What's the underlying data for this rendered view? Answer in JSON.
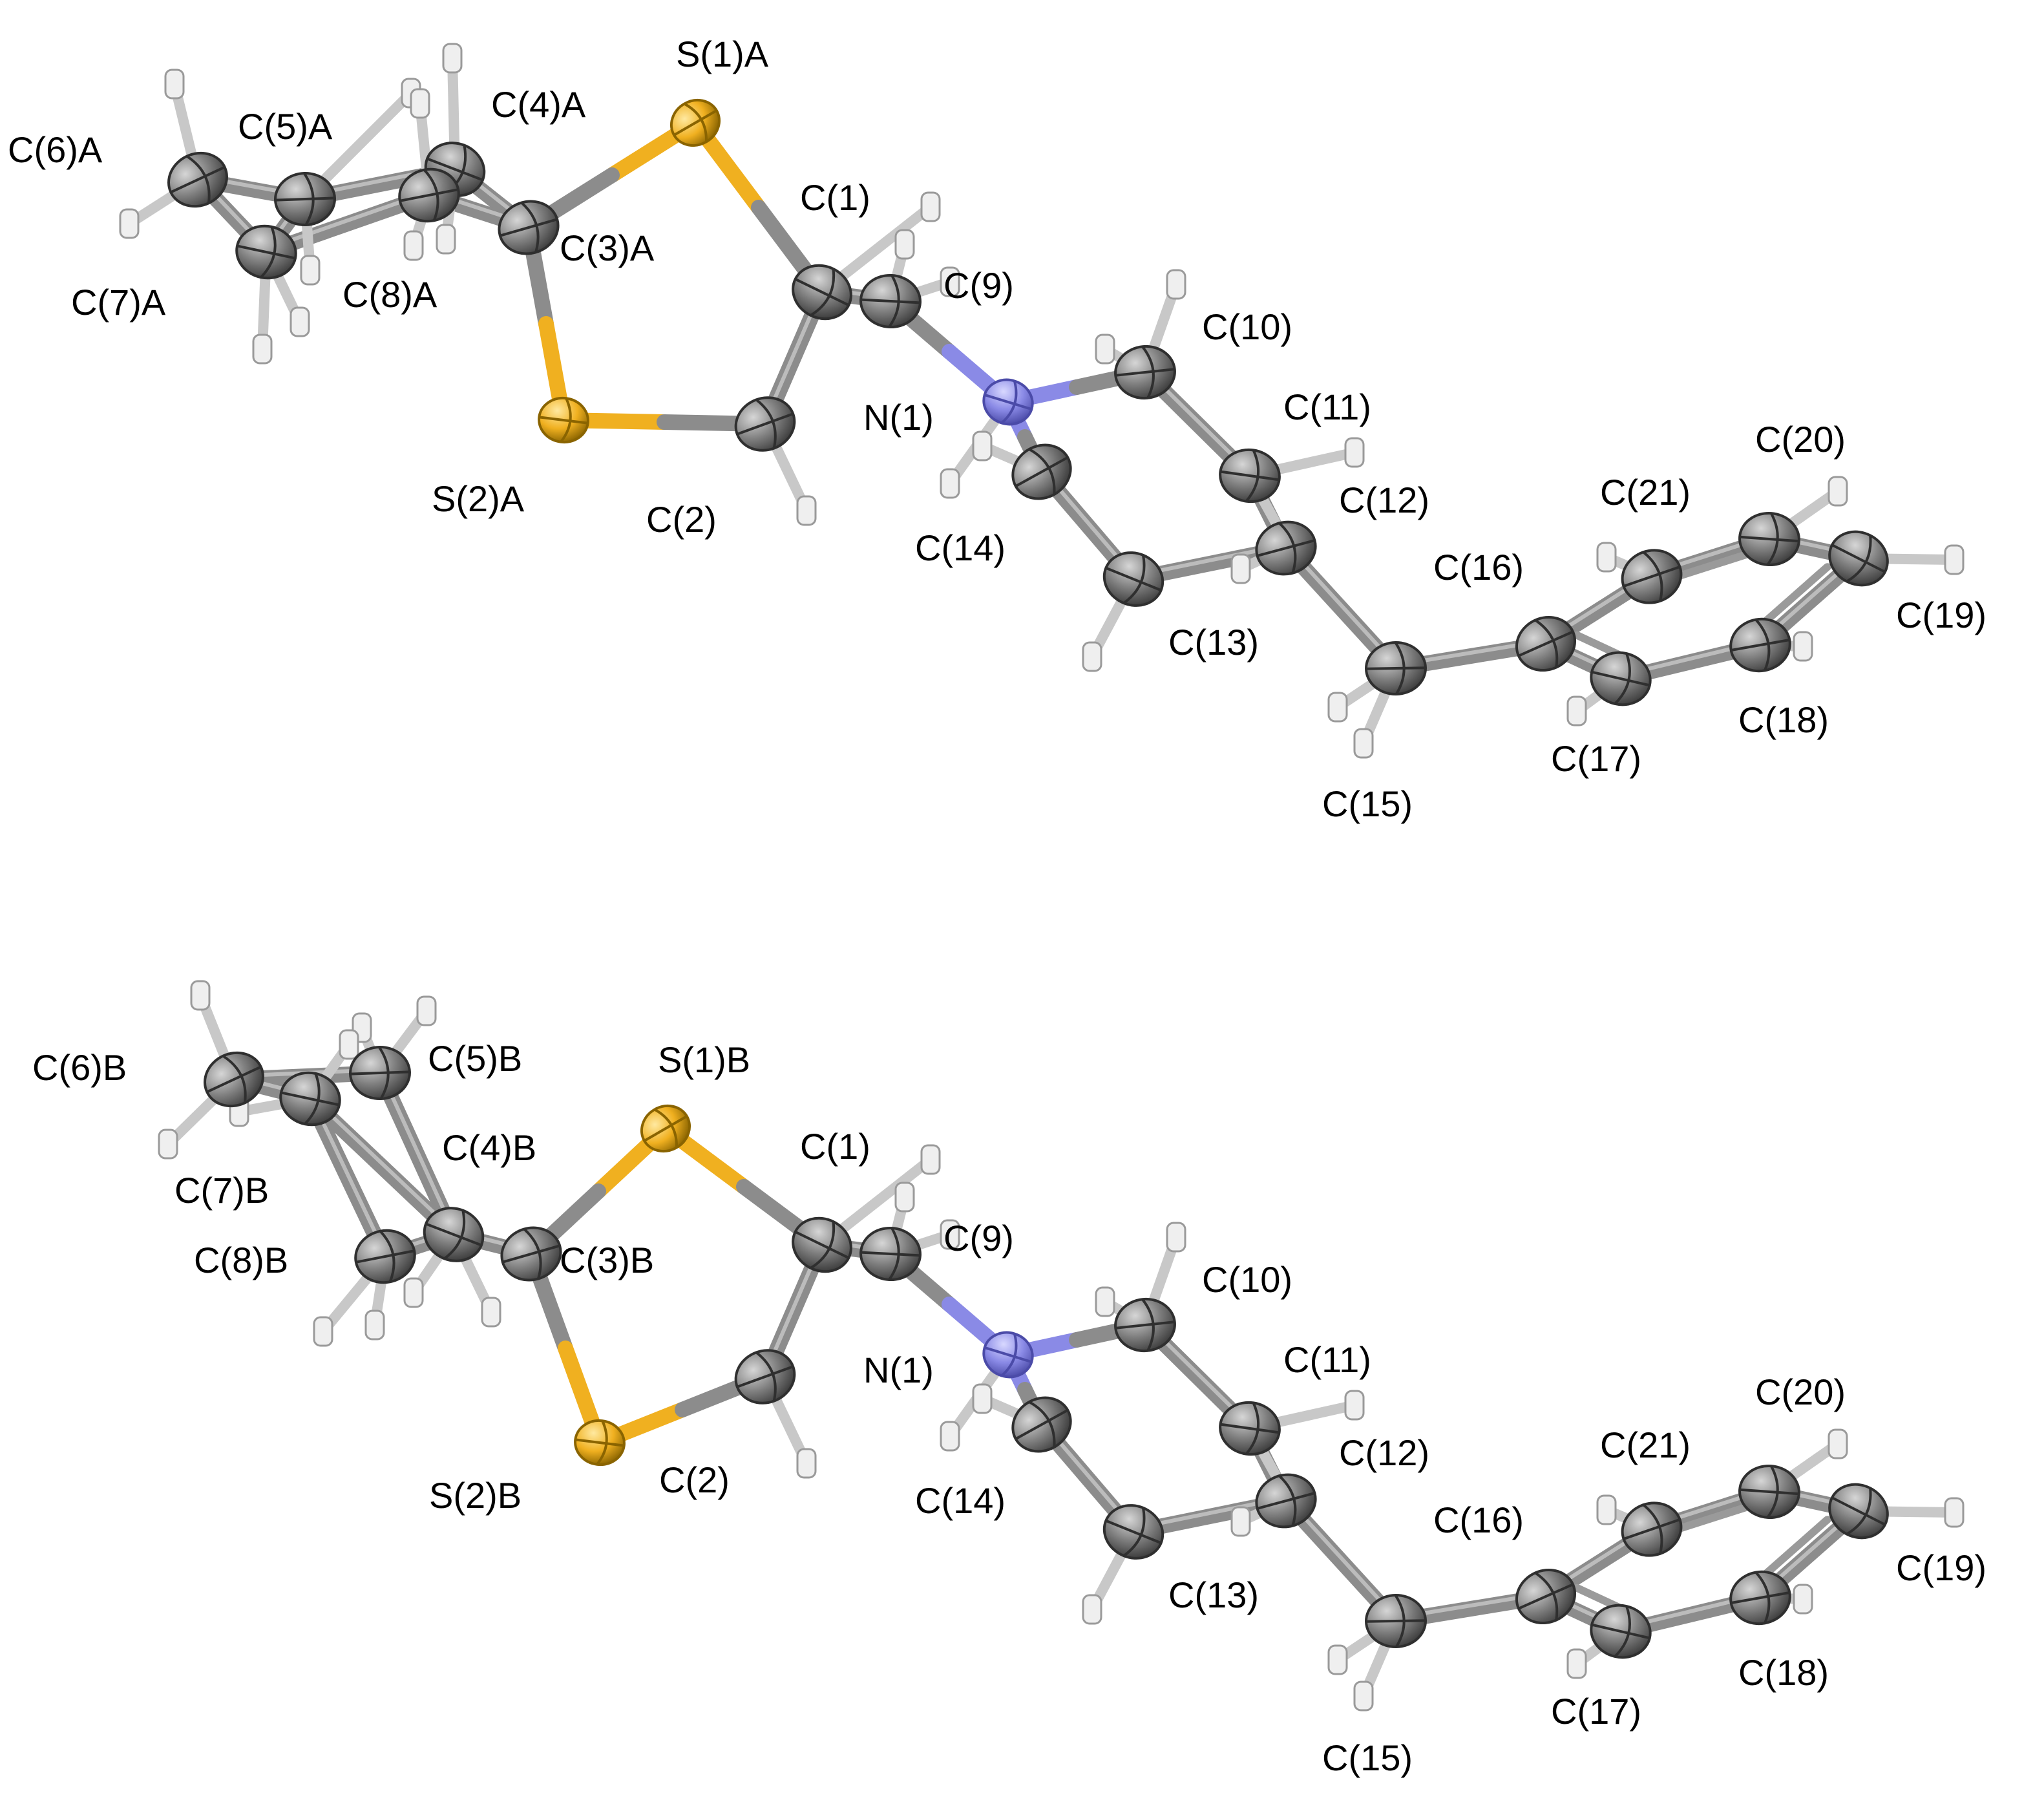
{
  "colors": {
    "carbon": "#7f7f7f",
    "carbon_dark": "#4a4a4a",
    "sulfur": "#f0b020",
    "sulfur_dark": "#8a6400",
    "nitrogen": "#8a8ae6",
    "nitrogen_dark": "#4b4ba8",
    "hydrogen": "#efefef",
    "bond": "#8c8c8c",
    "label": "#000000",
    "background": "#ffffff"
  },
  "molecules": [
    {
      "id": "A",
      "atoms": [
        {
          "label": "C(6)A",
          "element": "C"
        },
        {
          "label": "C(5)A",
          "element": "C"
        },
        {
          "label": "C(4)A",
          "element": "C"
        },
        {
          "label": "S(1)A",
          "element": "S"
        },
        {
          "label": "C(7)A",
          "element": "C"
        },
        {
          "label": "C(8)A",
          "element": "C"
        },
        {
          "label": "C(3)A",
          "element": "C"
        },
        {
          "label": "C(1)",
          "element": "C"
        },
        {
          "label": "C(9)",
          "element": "C"
        },
        {
          "label": "C(10)",
          "element": "C"
        },
        {
          "label": "N(1)",
          "element": "N"
        },
        {
          "label": "C(11)",
          "element": "C"
        },
        {
          "label": "S(2)A",
          "element": "S"
        },
        {
          "label": "C(2)",
          "element": "C"
        },
        {
          "label": "C(14)",
          "element": "C"
        },
        {
          "label": "C(12)",
          "element": "C"
        },
        {
          "label": "C(20)",
          "element": "C"
        },
        {
          "label": "C(21)",
          "element": "C"
        },
        {
          "label": "C(16)",
          "element": "C"
        },
        {
          "label": "C(13)",
          "element": "C"
        },
        {
          "label": "C(19)",
          "element": "C"
        },
        {
          "label": "C(18)",
          "element": "C"
        },
        {
          "label": "C(17)",
          "element": "C"
        },
        {
          "label": "C(15)",
          "element": "C"
        }
      ]
    },
    {
      "id": "B",
      "atoms": [
        {
          "label": "C(6)B",
          "element": "C"
        },
        {
          "label": "C(5)B",
          "element": "C"
        },
        {
          "label": "S(1)B",
          "element": "S"
        },
        {
          "label": "C(4)B",
          "element": "C"
        },
        {
          "label": "C(1)",
          "element": "C"
        },
        {
          "label": "C(7)B",
          "element": "C"
        },
        {
          "label": "C(8)B",
          "element": "C"
        },
        {
          "label": "C(3)B",
          "element": "C"
        },
        {
          "label": "C(9)",
          "element": "C"
        },
        {
          "label": "C(10)",
          "element": "C"
        },
        {
          "label": "N(1)",
          "element": "N"
        },
        {
          "label": "C(11)",
          "element": "C"
        },
        {
          "label": "S(2)B",
          "element": "S"
        },
        {
          "label": "C(2)",
          "element": "C"
        },
        {
          "label": "C(14)",
          "element": "C"
        },
        {
          "label": "C(12)",
          "element": "C"
        },
        {
          "label": "C(20)",
          "element": "C"
        },
        {
          "label": "C(21)",
          "element": "C"
        },
        {
          "label": "C(16)",
          "element": "C"
        },
        {
          "label": "C(13)",
          "element": "C"
        },
        {
          "label": "C(19)",
          "element": "C"
        },
        {
          "label": "C(18)",
          "element": "C"
        },
        {
          "label": "C(17)",
          "element": "C"
        },
        {
          "label": "C(15)",
          "element": "C"
        }
      ]
    }
  ]
}
